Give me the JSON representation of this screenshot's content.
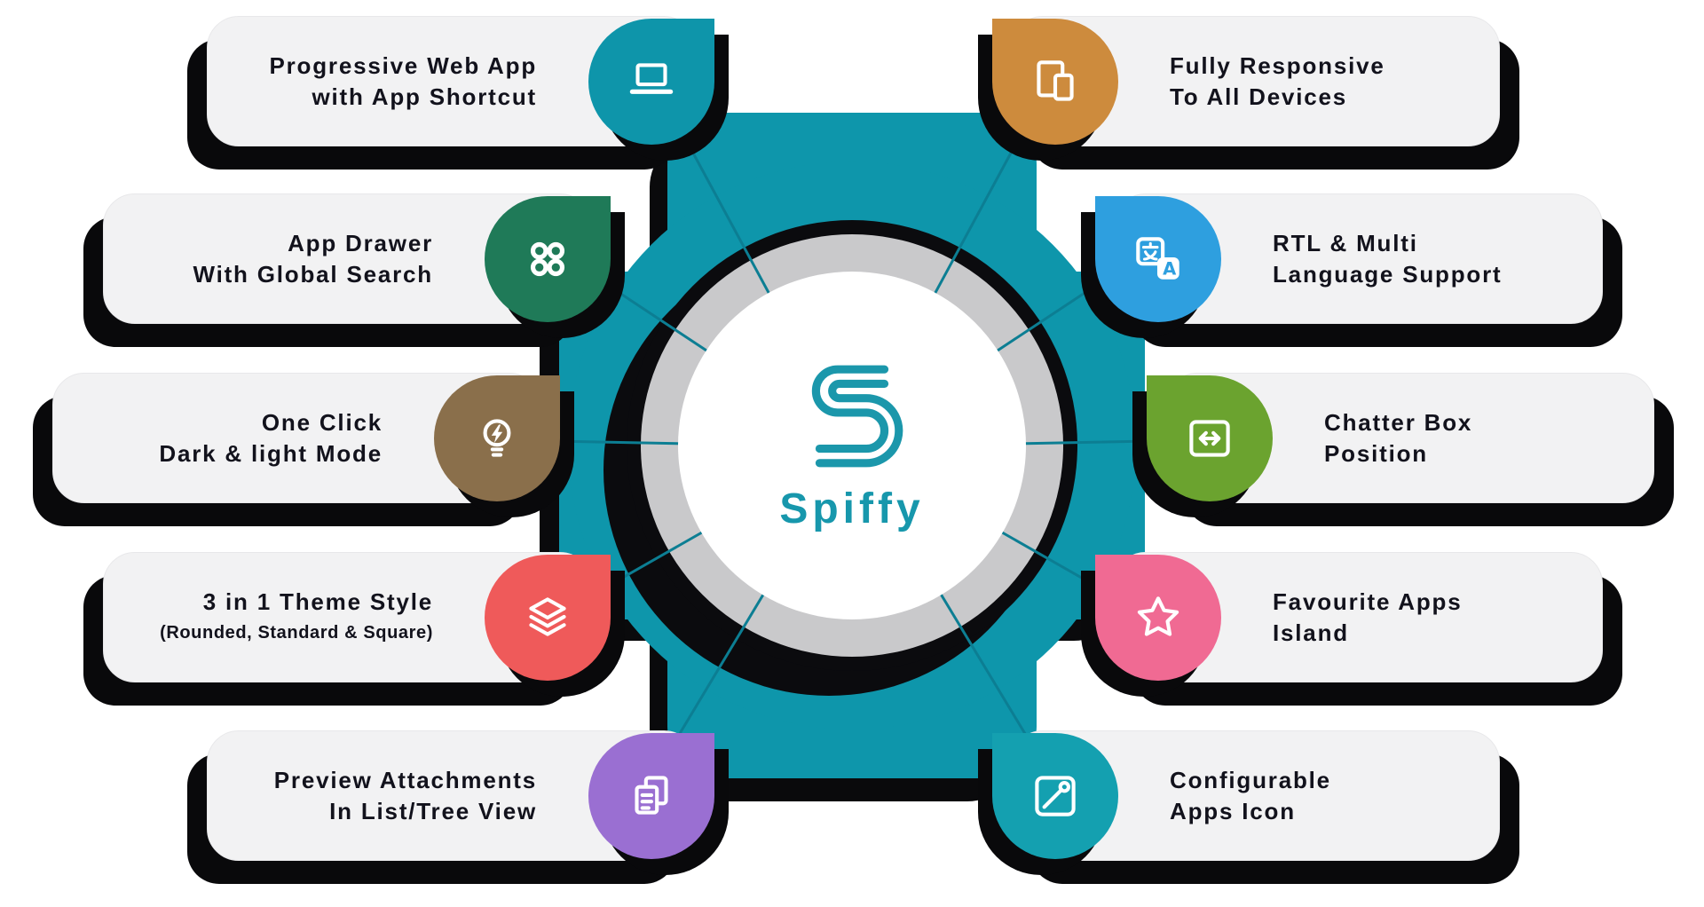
{
  "center": {
    "title": "Spiffy",
    "brand_color": "#1797ac",
    "hub_color": "#0e96ab",
    "ring_color": "#c9c9cb"
  },
  "features": {
    "left": [
      {
        "line1": "Progressive Web App",
        "line2": "with App Shortcut",
        "color": "#0e95aa",
        "icon": "laptop-icon"
      },
      {
        "line1": "App Drawer",
        "line2": "With Global Search",
        "color": "#1f7a58",
        "icon": "app-drawer-icon"
      },
      {
        "line1": "One Click",
        "line2": "Dark & light Mode",
        "color": "#8a6f4b",
        "icon": "bulb-bolt-icon"
      },
      {
        "line1": "3 in 1 Theme Style",
        "line2": "(Rounded, Standard & Square)",
        "color": "#ef5a5a",
        "icon": "layers-icon"
      },
      {
        "line1": "Preview Attachments",
        "line2": "In List/Tree View",
        "color": "#9a6fd2",
        "icon": "documents-icon"
      }
    ],
    "right": [
      {
        "line1": "Fully Responsive",
        "line2": "To All Devices",
        "color": "#cd8b3d",
        "icon": "devices-icon"
      },
      {
        "line1": "RTL & Multi",
        "line2": "Language Support",
        "color": "#2e9fdf",
        "icon": "translate-icon"
      },
      {
        "line1": "Chatter Box",
        "line2": "Position",
        "color": "#6ba32f",
        "icon": "chatter-position-icon"
      },
      {
        "line1": "Favourite Apps",
        "line2": "Island",
        "color": "#f06a93",
        "icon": "star-icon"
      },
      {
        "line1": "Configurable",
        "line2": "Apps Icon",
        "color": "#14a0b0",
        "icon": "configurable-apps-icon"
      }
    ]
  }
}
